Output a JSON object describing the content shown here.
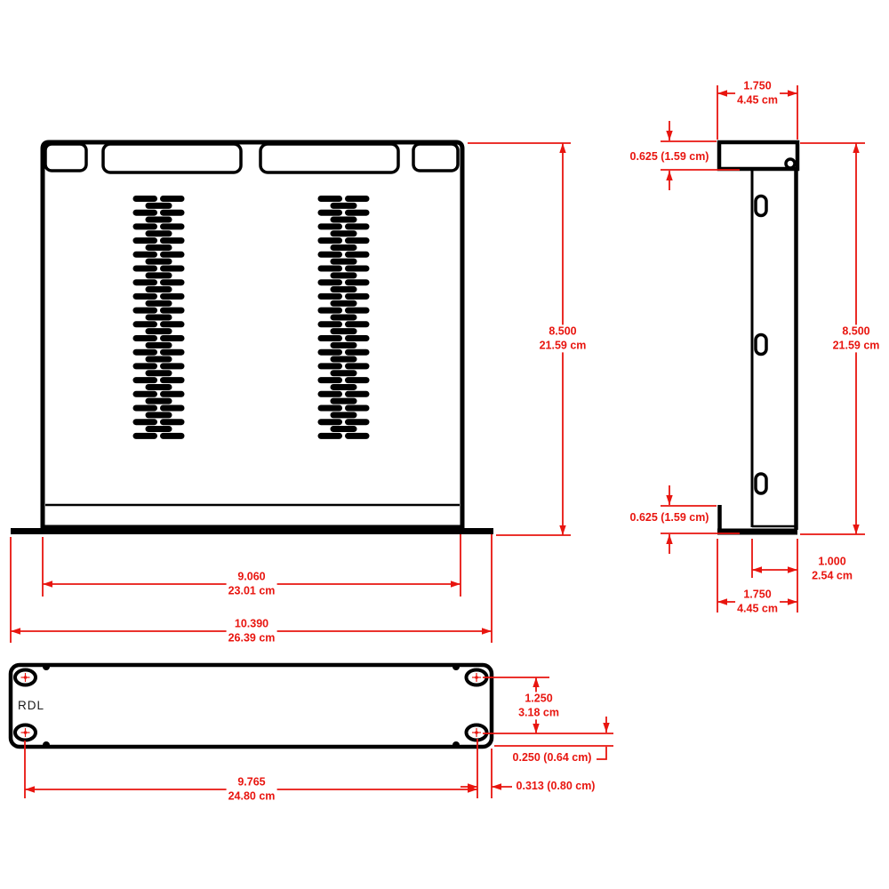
{
  "drawing": {
    "type": "mechanical-dimension-drawing",
    "colors": {
      "dimension": "#e8150f",
      "outline": "#000000",
      "background": "#ffffff"
    }
  },
  "views": {
    "top": {
      "height_in": "8.500",
      "height_cm": "21.59 cm",
      "inner_width_in": "9.060",
      "inner_width_cm": "23.01 cm",
      "overall_width_in": "10.390",
      "overall_width_cm": "26.39 cm"
    },
    "side": {
      "flange_top_in": "1.750",
      "flange_top_cm": "4.45 cm",
      "lip_top": "0.625 (1.59 cm)",
      "height_in": "8.500",
      "height_cm": "21.59 cm",
      "lip_bottom": "0.625 (1.59 cm)",
      "depth_in": "1.000",
      "depth_cm": "2.54 cm",
      "flange_bottom_in": "1.750",
      "flange_bottom_cm": "4.45 cm"
    },
    "panel": {
      "brand": "RDL",
      "hole_vertical_spacing_in": "1.250",
      "hole_vertical_spacing_cm": "3.18 cm",
      "hole_bottom_offset": "0.250 (0.64 cm)",
      "hole_side_offset": "0.313 (0.80 cm)",
      "hole_horizontal_spacing_in": "9.765",
      "hole_horizontal_spacing_cm": "24.80 cm"
    }
  }
}
